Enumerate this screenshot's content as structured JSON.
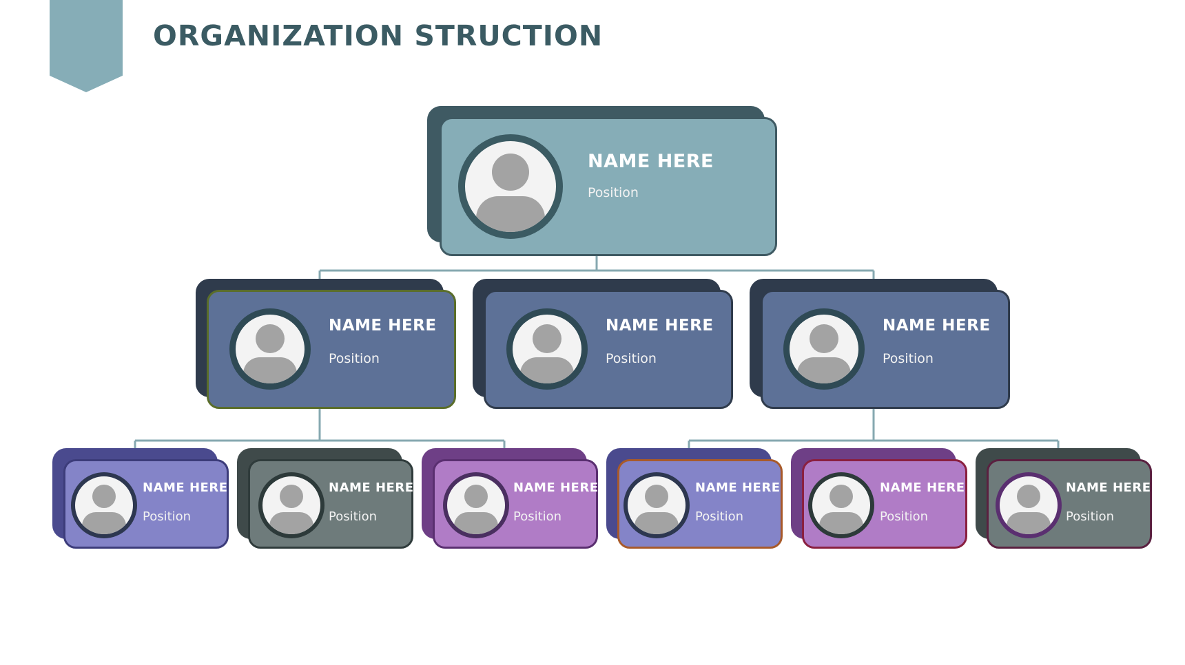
{
  "title": "ORGANIZATION STRUCTION",
  "colors": {
    "ribbon": "#86adb7",
    "title": "#3b5b63",
    "connector": "#86a8b0",
    "top_front": "#86adb7",
    "top_back": "#3f5a63",
    "mid_front": "#5d7197",
    "mid_back": "#2f3b4c",
    "blue_violet": "#8484c8",
    "gray_green": "#6e7b7b",
    "orchid": "#b07cc6"
  },
  "top": {
    "name": "NAME HERE",
    "position": "Position",
    "icon": "person-icon"
  },
  "managers": [
    {
      "name": "NAME HERE",
      "position": "Position",
      "icon": "person-icon"
    },
    {
      "name": "NAME HERE",
      "position": "Position",
      "icon": "person-icon"
    },
    {
      "name": "NAME HERE",
      "position": "Position",
      "icon": "person-icon"
    }
  ],
  "staff": [
    {
      "name": "NAME HERE",
      "position": "Position",
      "icon": "person-icon"
    },
    {
      "name": "NAME HERE",
      "position": "Position",
      "icon": "person-icon"
    },
    {
      "name": "NAME HERE",
      "position": "Position",
      "icon": "person-icon"
    },
    {
      "name": "NAME HERE",
      "position": "Position",
      "icon": "person-icon"
    },
    {
      "name": "NAME HERE",
      "position": "Position",
      "icon": "person-icon"
    },
    {
      "name": "NAME HERE",
      "position": "Position",
      "icon": "person-icon"
    }
  ]
}
